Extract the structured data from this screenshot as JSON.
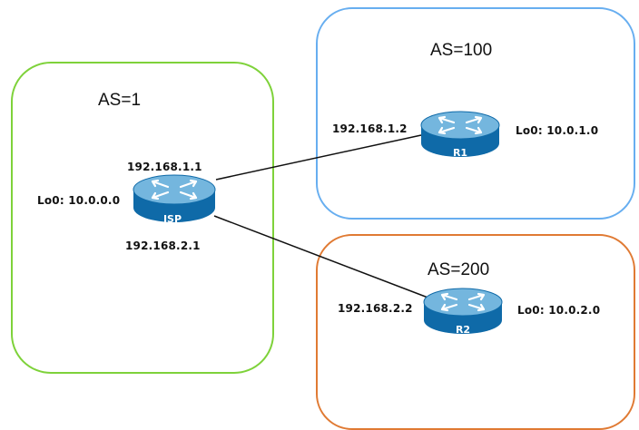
{
  "colors": {
    "as1_border": "#7ed23a",
    "as100_border": "#67aef0",
    "as200_border": "#e07a33",
    "router_top": "#74b6de",
    "router_side": "#0f6aa8",
    "link": "#111111"
  },
  "zones": {
    "as1": {
      "title": "AS=1"
    },
    "as100": {
      "title": "AS=100"
    },
    "as200": {
      "title": "AS=200"
    }
  },
  "routers": {
    "isp": {
      "name": "ISP",
      "icon": "router-icon",
      "ip1": "192.168.1.1",
      "ip2": "192.168.2.1",
      "loopback": "Lo0: 10.0.0.0"
    },
    "r1": {
      "name": "R1",
      "icon": "router-icon",
      "ip": "192.168.1.2",
      "loopback": "Lo0: 10.0.1.0"
    },
    "r2": {
      "name": "R2",
      "icon": "router-icon",
      "ip": "192.168.2.2",
      "loopback": "Lo0: 10.0.2.0"
    }
  },
  "links": [
    {
      "from": "isp",
      "to": "r1"
    },
    {
      "from": "isp",
      "to": "r2"
    }
  ]
}
